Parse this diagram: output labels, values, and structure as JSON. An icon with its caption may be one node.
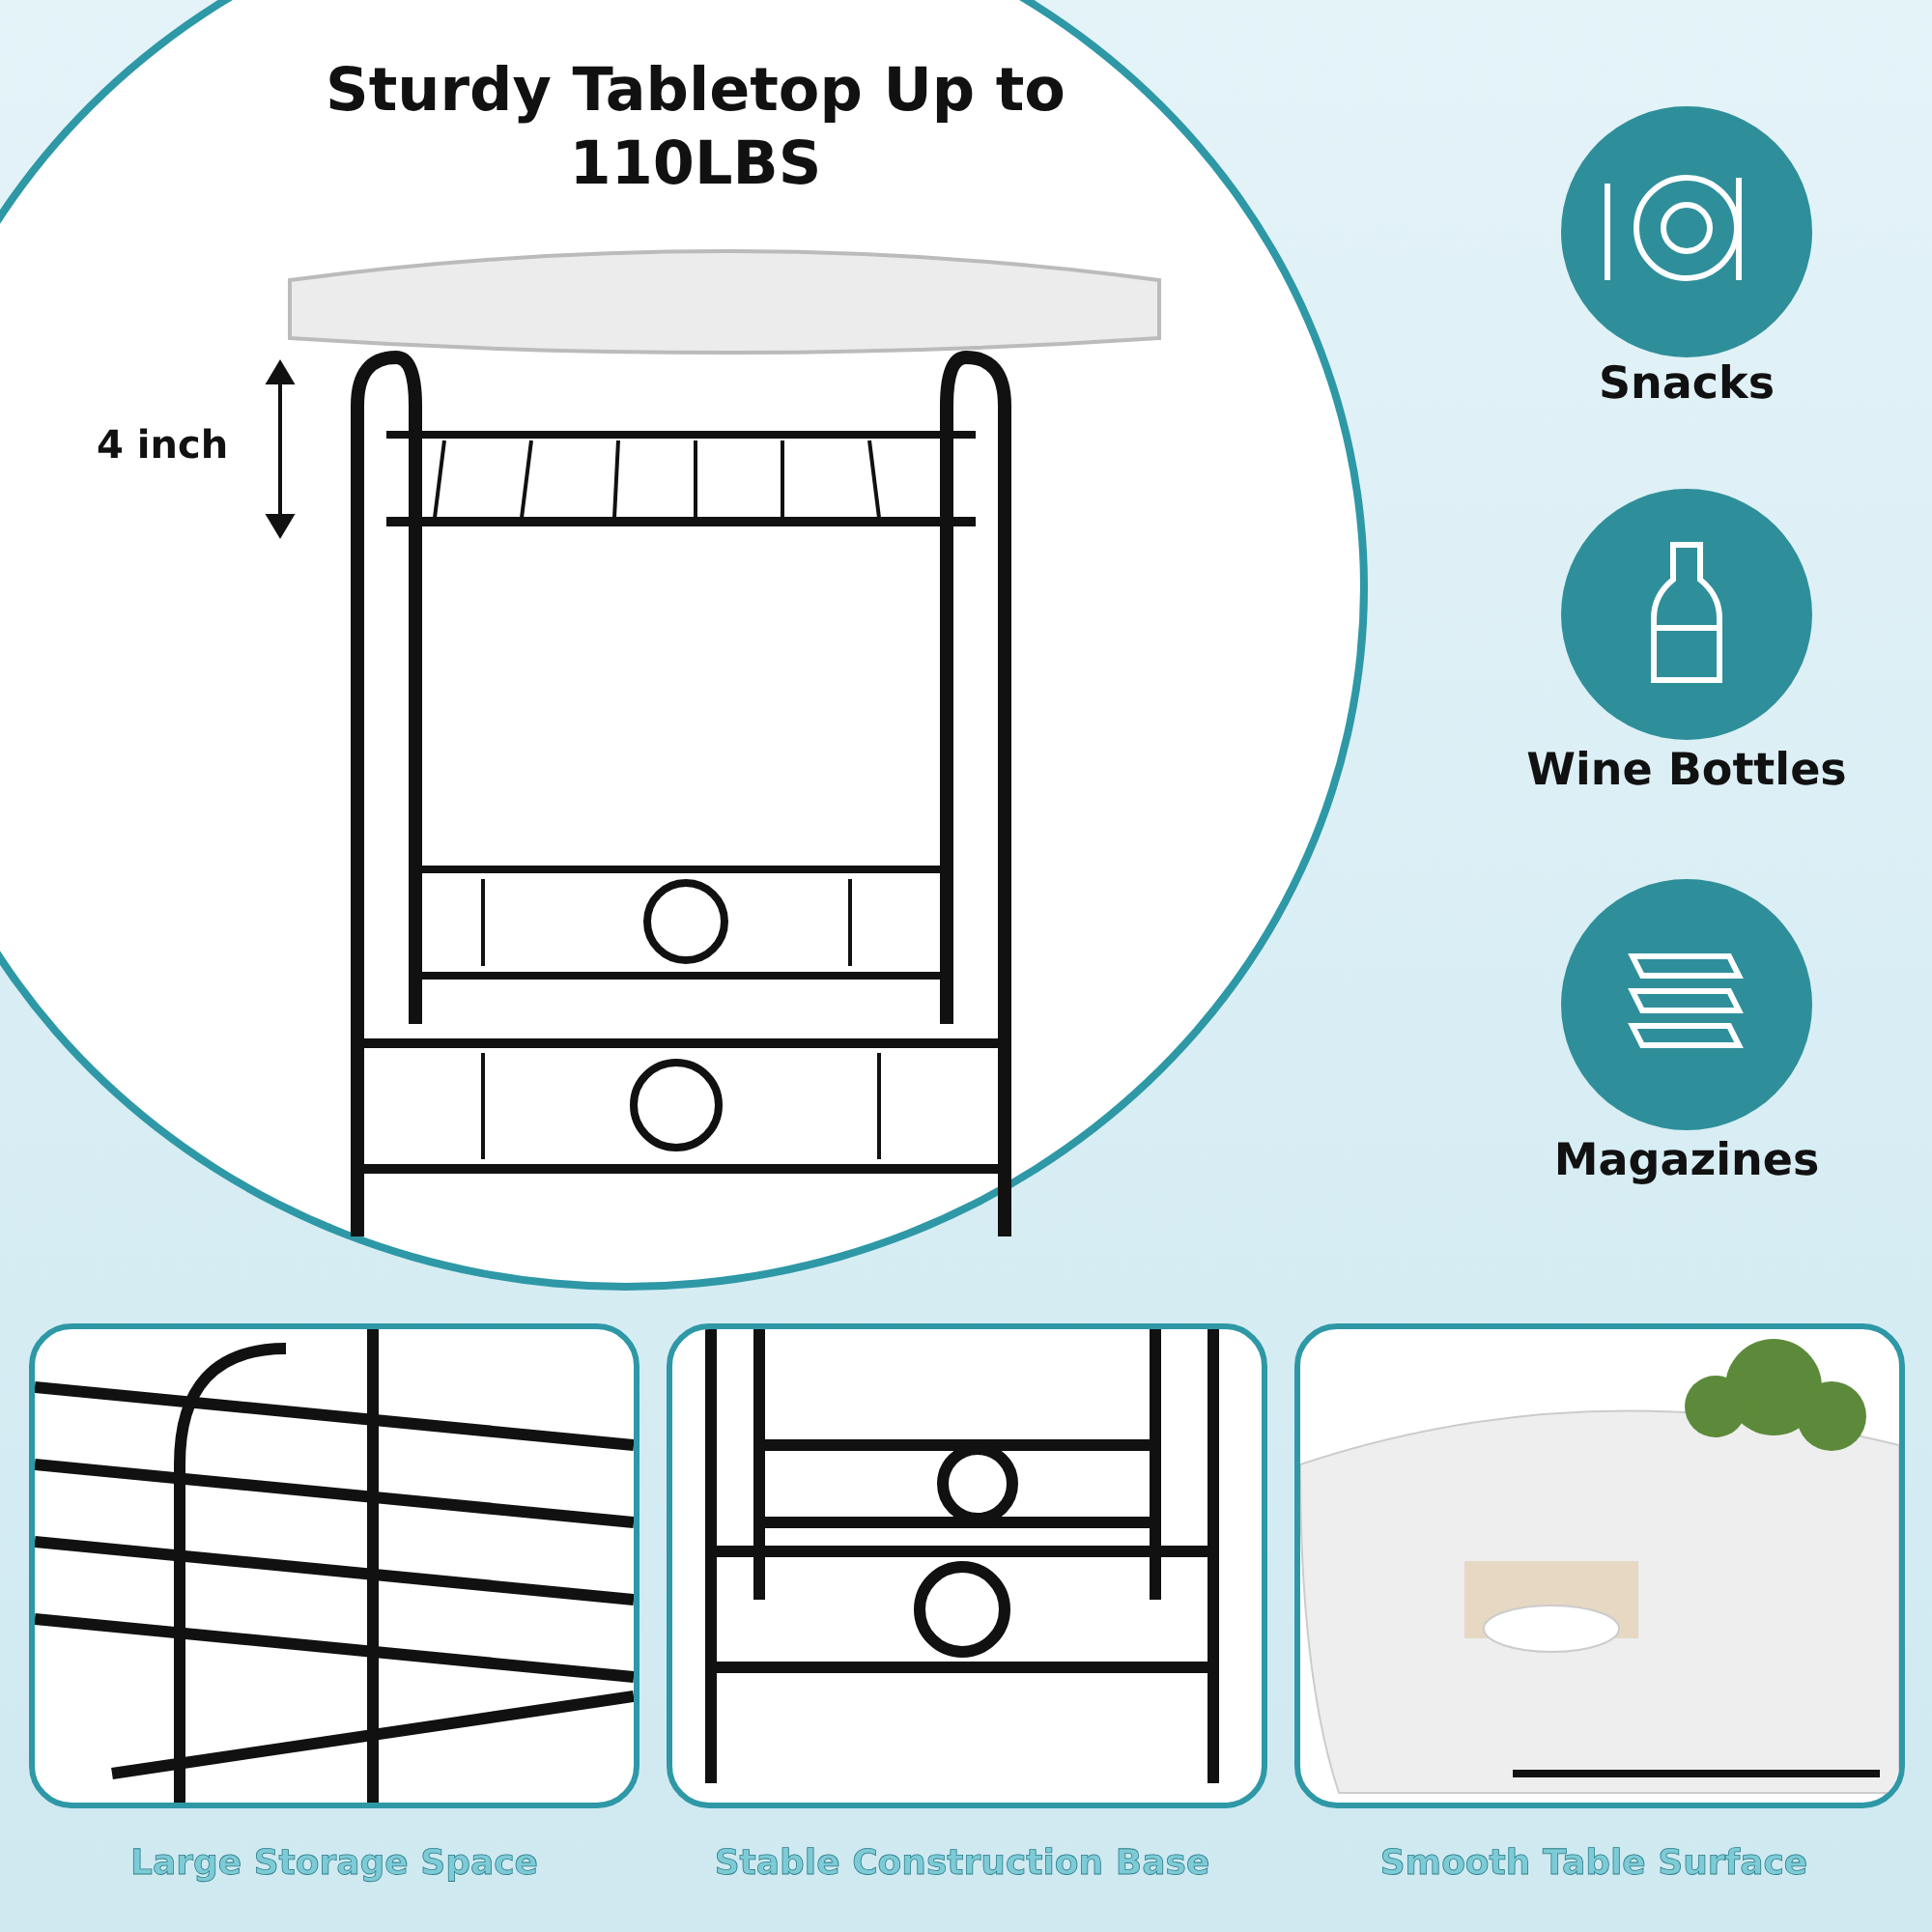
{
  "diagram": {
    "title": "Sturdy Tabletop Up to 110LBS",
    "labels": [
      "4 inch",
      "Snacks",
      "Wine Bottles",
      "Magazines",
      "Large Storage Space",
      "Stable Construction Base",
      "Smooth Table Surface"
    ]
  }
}
